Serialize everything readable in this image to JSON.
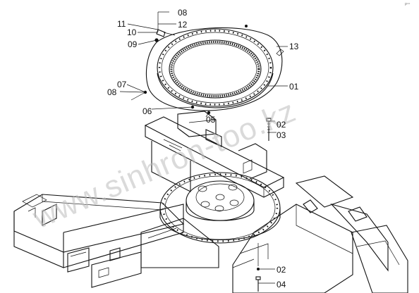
{
  "drawing": {
    "corner_mark": "P°°"
  },
  "watermark": {
    "text": "www.sinhron-too.kz"
  },
  "callouts": [
    {
      "id": "c-08a",
      "text": "08"
    },
    {
      "id": "c-11",
      "text": "11"
    },
    {
      "id": "c-12",
      "text": "12"
    },
    {
      "id": "c-10",
      "text": "10"
    },
    {
      "id": "c-09",
      "text": "09"
    },
    {
      "id": "c-13",
      "text": "13"
    },
    {
      "id": "c-01",
      "text": "01"
    },
    {
      "id": "c-07",
      "text": "07"
    },
    {
      "id": "c-08b",
      "text": "08"
    },
    {
      "id": "c-06",
      "text": "06"
    },
    {
      "id": "c-05",
      "text": "05"
    },
    {
      "id": "c-02a",
      "text": "02"
    },
    {
      "id": "c-03",
      "text": "03"
    },
    {
      "id": "c-02b",
      "text": "02"
    },
    {
      "id": "c-04",
      "text": "04"
    }
  ],
  "colors": {
    "line": "#111111",
    "watermark": "#bcbcbc",
    "background": "#ffffff"
  }
}
